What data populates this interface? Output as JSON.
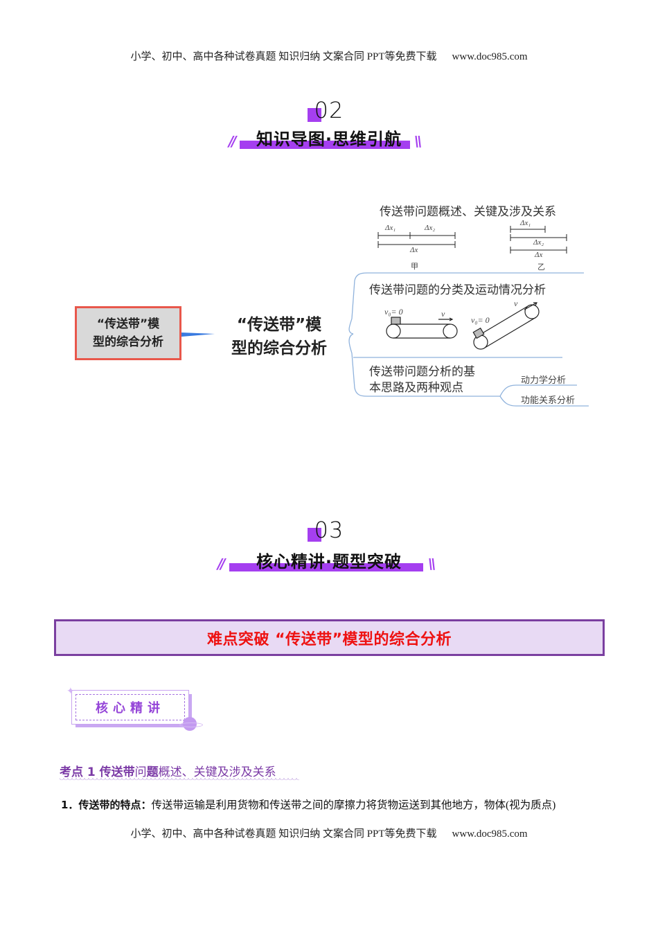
{
  "page_header": {
    "text": "小学、初中、高中各种试卷真题  知识归纳  文案合同  PPT等免费下载",
    "url": "www.doc985.com"
  },
  "section_02": {
    "number": "02",
    "title": "知识导图·思维引航",
    "accent_color": "#a53ff0"
  },
  "mind_map": {
    "root": "“传送带”模型的综合分析",
    "root_lines": [
      "“传送带”模",
      "型的综合分析"
    ],
    "center_lines": [
      "“传送带”模",
      "型的综合分析"
    ],
    "branches": [
      {
        "label": "传送带问题概述、关键及涉及关系",
        "figure": {
          "jia": {
            "labels": [
              "Δx₁",
              "Δx₂",
              "Δx"
            ],
            "caption": "甲"
          },
          "yi": {
            "labels": [
              "Δx₁",
              "Δx₂",
              "Δx"
            ],
            "caption": "乙"
          }
        }
      },
      {
        "label": "传送带问题的分类及运动情况分析",
        "figure": {
          "horizontal": {
            "v0": "v₀= 0",
            "v": "v"
          },
          "inclined": {
            "v0": "v₀= 0",
            "v": "v"
          }
        }
      },
      {
        "label_lines": [
          "传送带问题分析的基",
          "本思路及两种观点"
        ],
        "children": [
          "动力学分析",
          "功能关系分析"
        ]
      }
    ],
    "root_border_color": "#e8574b",
    "line_color": "#8fb2dc"
  },
  "section_03": {
    "number": "03",
    "title": "核心精讲·题型突破"
  },
  "banner": {
    "text": "难点突破 “传送带”模型的综合分析",
    "text_color": "#ee1111",
    "bg_color": "#e8daf4",
    "border_color": "#7a3fa0"
  },
  "core_badge": {
    "label": "核心精讲"
  },
  "kaodian": {
    "prefix": "考点 1 ",
    "bold1": "传送带",
    "normal1": "问",
    "bold2": "题",
    "rest": "概述、关键及涉及关系"
  },
  "paragraph_1": {
    "number": "1．",
    "term": "传送带的特点：",
    "text": "传送带运输是利用货物和传送带之间的摩擦力将货物运送到其他地方，物体(视为质点)"
  },
  "page_footer": {
    "text": "小学、初中、高中各种试卷真题  知识归纳  文案合同  PPT等免费下载",
    "url": "www.doc985.com"
  }
}
